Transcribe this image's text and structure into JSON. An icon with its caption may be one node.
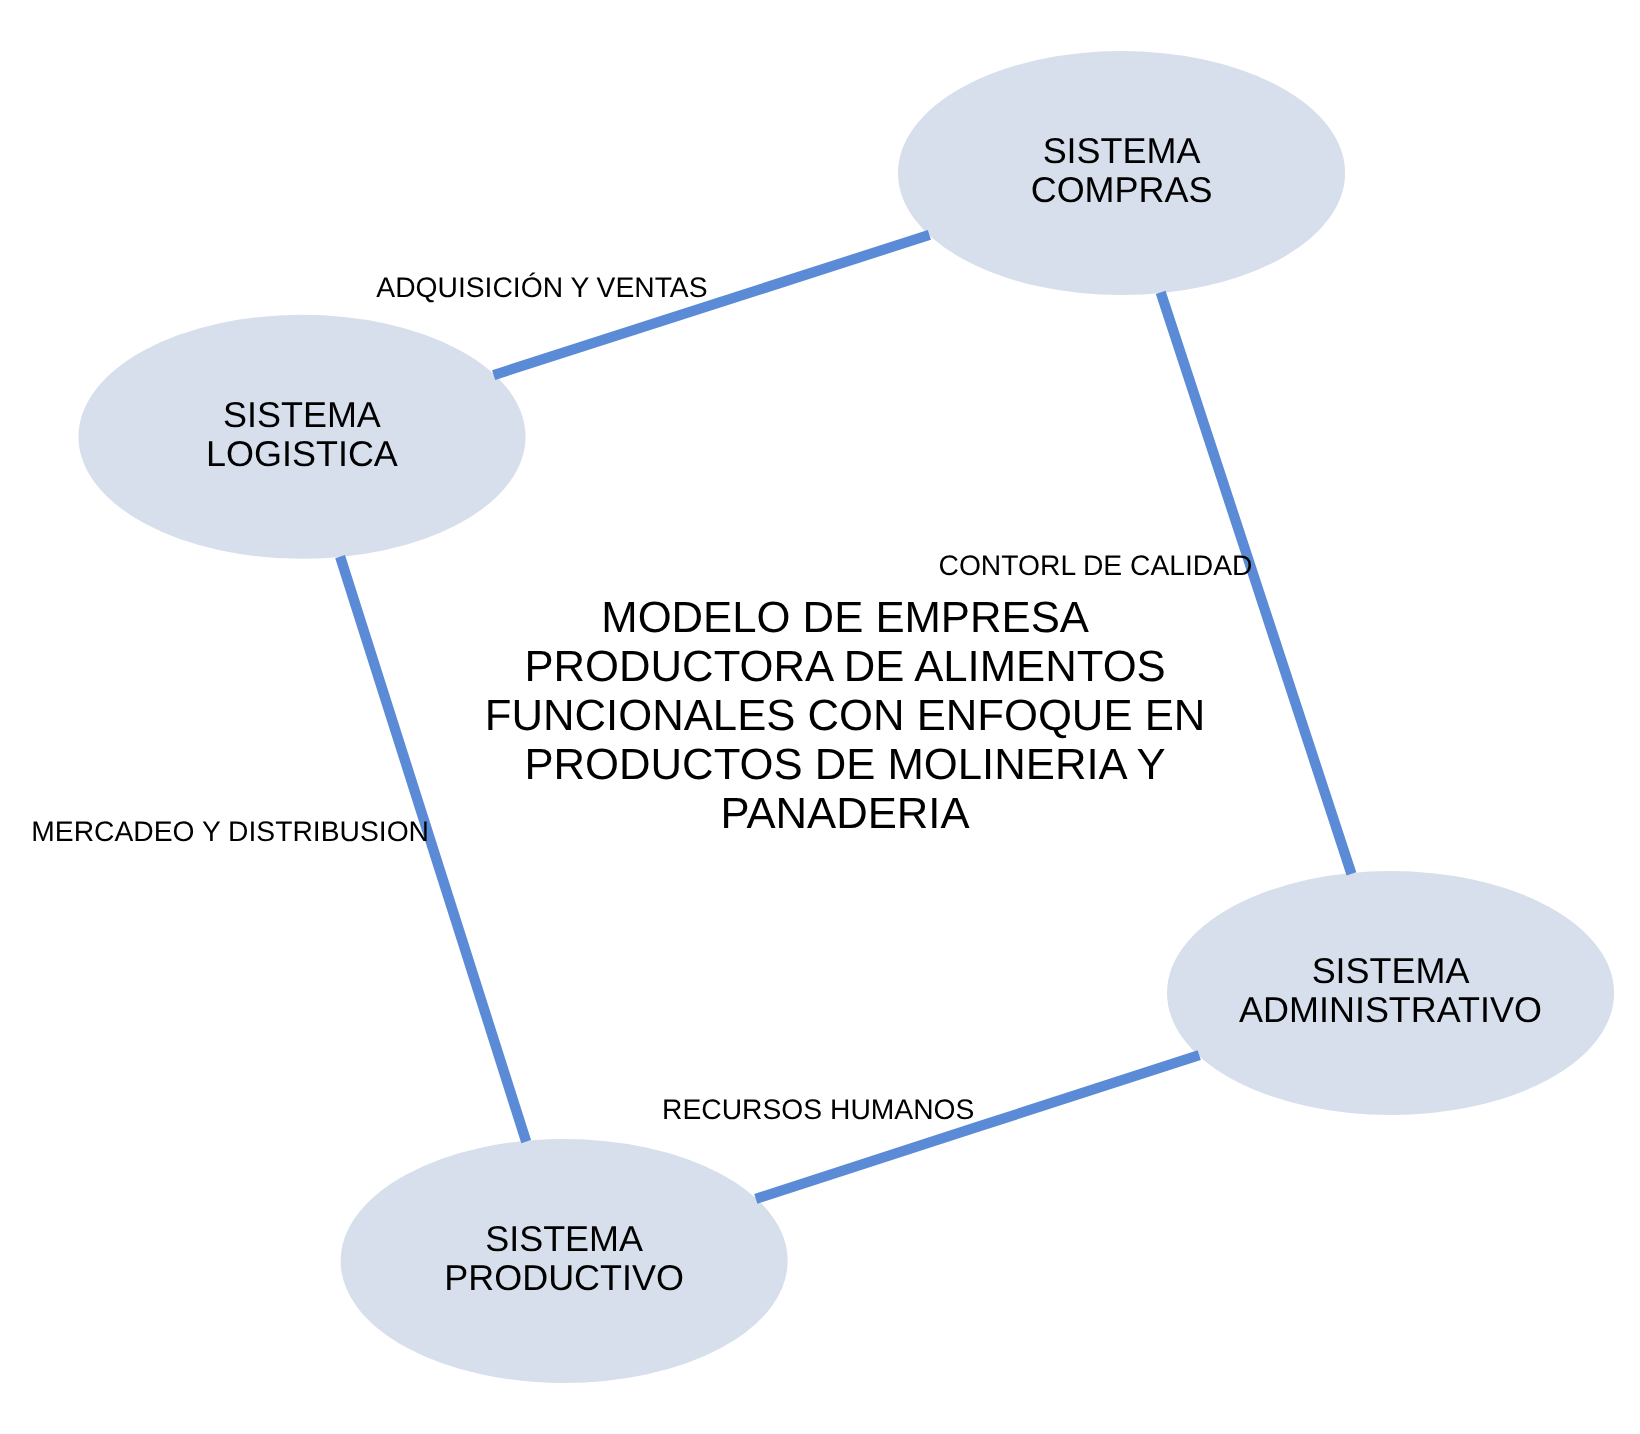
{
  "diagram": {
    "nodes": [
      {
        "text": [
          "SISTEMA ADMINISTRATIVO"
        ]
      },
      {
        "text": [
          "SISTEMA PRODUCTIVO"
        ]
      },
      {
        "text": [
          "SISTEMA COMPRAS"
        ]
      },
      {
        "text": [
          "SISTEMA LOGISTICA"
        ]
      }
    ],
    "edges": [
      {
        "from": 0,
        "to": 2,
        "arrow": "none",
        "label": "CONTORL DE CALIDAD"
      },
      {
        "from": 2,
        "to": 3,
        "arrow": "none",
        "label": "ADQUISICIÓN Y VENTAS"
      },
      {
        "from": 3,
        "to": 1,
        "arrow": "none",
        "label": "MERCADEO Y DISTRIBUSION"
      },
      {
        "from": 1,
        "to": 0,
        "arrow": "none",
        "label": "RECURSOS HUMANOS"
      }
    ],
    "labels": [
      "MODELO DE EMPRESA PRODUCTORA DE ALIMENTOS FUNCIONALES CON ENFOQUE EN PRODUCTOS DE MOLINERIA Y PANADERIA"
    ]
  }
}
